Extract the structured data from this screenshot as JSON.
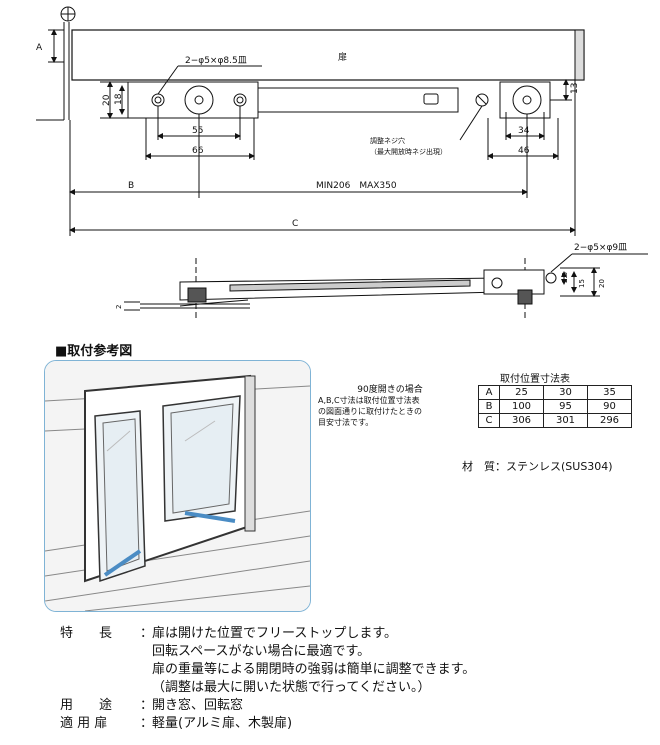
{
  "top_view": {
    "door_label": "扉",
    "hole_spec_left": "2−φ5×φ8.5皿",
    "adjust_screw_label": "調整ネジ穴",
    "adjust_screw_note": "（最大開放時ネジ出現）",
    "range_label": "MIN206　MAX350",
    "dims": {
      "a": "A",
      "b": "B",
      "c": "C",
      "d20": "20",
      "d18": "18",
      "d13": "13",
      "d55": "55",
      "d66": "66",
      "d34": "34",
      "d46": "46"
    }
  },
  "side_view": {
    "hole_spec_right": "2−φ5×φ9皿",
    "dims": {
      "d2": "2",
      "d25": "2.5",
      "d15": "15",
      "d20": "20"
    }
  },
  "reference": {
    "title": "■取付参考図",
    "note_title": "90度開きの場合",
    "note_lines": [
      "A,B,C寸法は取付位置寸法表",
      "の図面通りに取付けたときの",
      "目安寸法です。"
    ]
  },
  "table": {
    "caption": "取付位置寸法表",
    "rows": [
      [
        "A",
        "25",
        "30",
        "35"
      ],
      [
        "B",
        "100",
        "95",
        "90"
      ],
      [
        "C",
        "306",
        "301",
        "296"
      ]
    ]
  },
  "material": "材　質：ステンレス(SUS304)",
  "features": [
    {
      "key": "特　　長",
      "lines": [
        "扉は開けた位置でフリーストップします。",
        "回転スペースがない場合に最適です。",
        "扉の重量等による開閉時の強弱は簡単に調整できます。",
        "（調整は最大に開いた状態で行ってください。）"
      ]
    },
    {
      "key": "用　　途",
      "lines": [
        "開き窓、回転窓"
      ]
    },
    {
      "key": "適 用 扉",
      "lines": [
        "軽量(アルミ扉、木製扉)"
      ]
    }
  ]
}
